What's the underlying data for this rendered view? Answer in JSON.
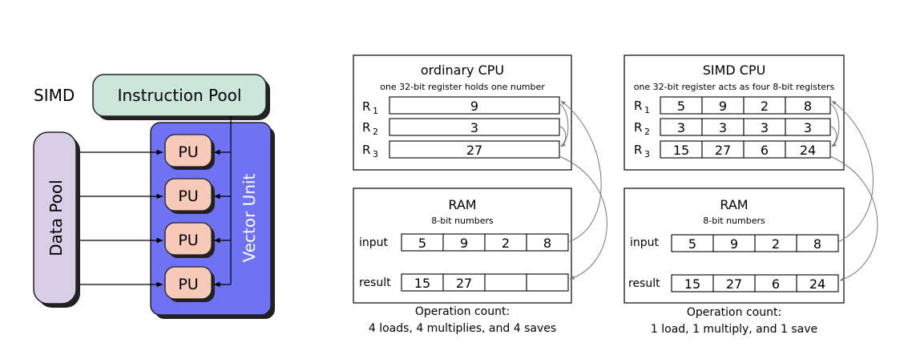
{
  "simd_architecture": {
    "simd_label": "SIMD",
    "instruction_pool_label": "Instruction Pool",
    "data_pool_label": "Data Pool",
    "vector_unit_label": "Vector Unit",
    "pu_labels": [
      "PU",
      "PU",
      "PU",
      "PU"
    ],
    "colors": {
      "instruction_pool": "#cce6dc",
      "data_pool": "#d8cfe6",
      "vector_unit": "#6f72f2",
      "pu": "#f6c9b8"
    }
  },
  "ordinary_cpu": {
    "title": "ordinary CPU",
    "subtitle": "one 32-bit register holds one number",
    "registers": [
      {
        "name": "R",
        "sub": "1",
        "values": [
          "9"
        ]
      },
      {
        "name": "R",
        "sub": "2",
        "values": [
          "3"
        ]
      },
      {
        "name": "R",
        "sub": "3",
        "values": [
          "27"
        ]
      }
    ],
    "ram_title": "RAM",
    "ram_subtitle": "8-bit numbers",
    "input_label": "input",
    "input_values": [
      "5",
      "9",
      "2",
      "8"
    ],
    "result_label": "result",
    "result_values": [
      "15",
      "27",
      "",
      ""
    ],
    "operation_count_title": "Operation count:",
    "operation_count_text": "4 loads, 4 multiplies, and 4 saves"
  },
  "simd_cpu": {
    "title": "SIMD CPU",
    "subtitle": "one 32-bit register acts as four 8-bit registers",
    "registers": [
      {
        "name": "R",
        "sub": "1",
        "values": [
          "5",
          "9",
          "2",
          "8"
        ]
      },
      {
        "name": "R",
        "sub": "2",
        "values": [
          "3",
          "3",
          "3",
          "3"
        ]
      },
      {
        "name": "R",
        "sub": "3",
        "values": [
          "15",
          "27",
          "6",
          "24"
        ]
      }
    ],
    "ram_title": "RAM",
    "ram_subtitle": "8-bit numbers",
    "input_label": "input",
    "input_values": [
      "5",
      "9",
      "2",
      "8"
    ],
    "result_label": "result",
    "result_values": [
      "15",
      "27",
      "6",
      "24"
    ],
    "operation_count_title": "Operation count:",
    "operation_count_text": "1 load, 1 multiply, and 1 save"
  }
}
